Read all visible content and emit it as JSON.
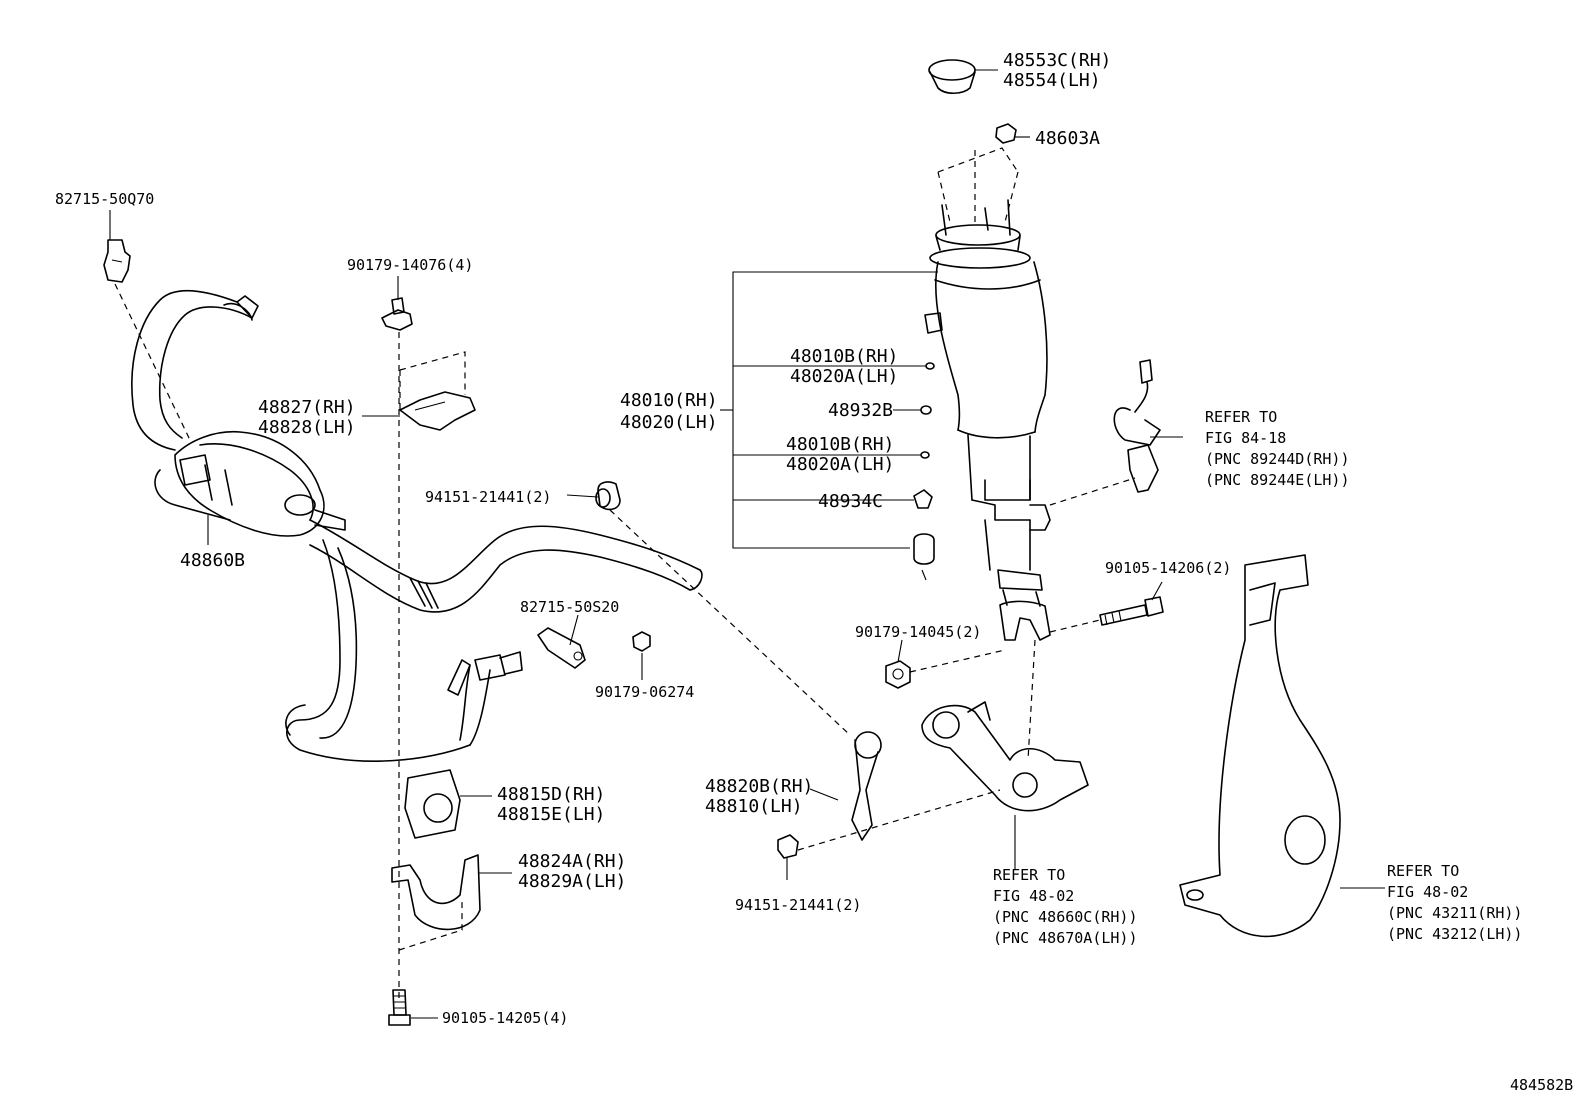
{
  "figure_id": "484582B",
  "labels": {
    "stud_82715_50q70": "82715-50Q70",
    "bolt_90179_14076": "90179-14076(4)",
    "bracket_48827": "48827(RH)",
    "bracket_48828": "48828(LH)",
    "stabilizer_48860b": "48860B",
    "bushing_94151_top": "94151-21441(2)",
    "clamp_82715_50s20": "82715-50S20",
    "nut_90179_06274": "90179-06274",
    "bush_48815d": "48815D(RH)",
    "bush_48815e": "48815E(LH)",
    "bracket_48824a": "48824A(RH)",
    "bracket_48829a": "48829A(LH)",
    "bolt_90105_14205": "90105-14205(4)",
    "link_48820b": "48820B(RH)",
    "link_48810": "48810(LH)",
    "bushing_94151_bottom": "94151-21441(2)",
    "cap_48553c": "48553C(RH)",
    "cap_48554": "48554(LH)",
    "nut_48603a": "48603A",
    "absorber_48010": "48010(RH)",
    "absorber_48020": "48020(LH)",
    "sub_48010b_1": "48010B(RH)",
    "sub_48020a_1": "48020A(LH)",
    "ring_48932b": "48932B",
    "sub_48010b_2": "48010B(RH)",
    "sub_48020a_2": "48020A(LH)",
    "clip_48934c": "48934C",
    "nut_90179_14045": "90179-14045(2)",
    "bolt_90105_14206": "90105-14206(2)",
    "refer_sensor": {
      "line1": "REFER TO",
      "line2": "FIG 84-18",
      "line3": "(PNC 89244D(RH))",
      "line4": "(PNC 89244E(LH))"
    },
    "refer_arm": {
      "line1": "REFER TO",
      "line2": "FIG 48-02",
      "line3": "(PNC 48660C(RH))",
      "line4": "(PNC 48670A(LH))"
    },
    "refer_knuckle": {
      "line1": "REFER TO",
      "line2": "FIG 48-02",
      "line3": "(PNC 43211(RH))",
      "line4": "(PNC 43212(LH))"
    }
  }
}
